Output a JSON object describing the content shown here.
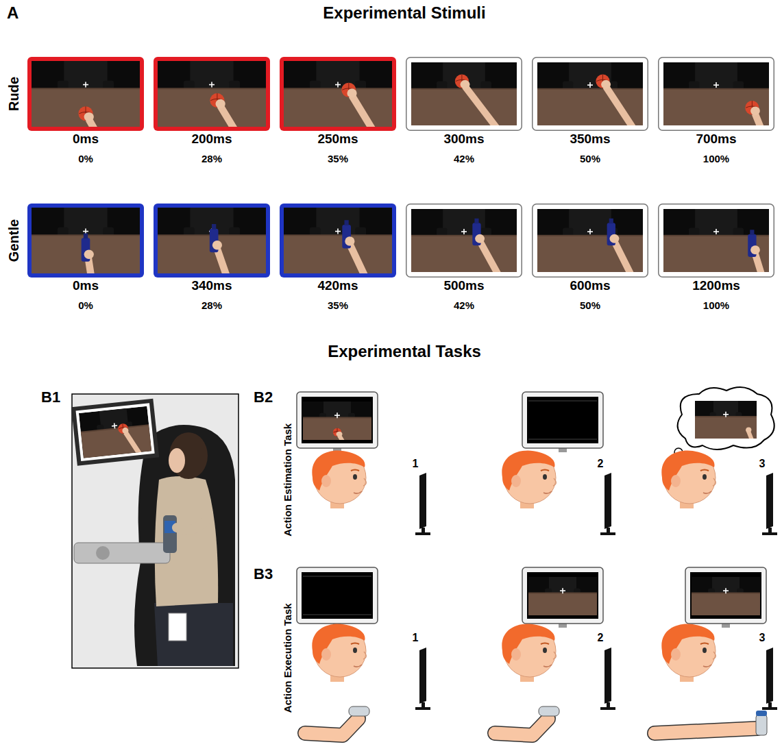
{
  "diagram": {
    "labels": [
      "A",
      "Experimental Stimuli",
      "Rude",
      "0ms",
      "200ms",
      "250ms",
      "300ms",
      "350ms",
      "700ms",
      "0%",
      "28%",
      "35%",
      "42%",
      "50%",
      "100%",
      "Gentle",
      "0ms",
      "340ms",
      "420ms",
      "500ms",
      "600ms",
      "1200ms",
      "0%",
      "28%",
      "35%",
      "42%",
      "50%",
      "100%",
      "Experimental Tasks",
      "B1",
      "B2",
      "Action Estimation Task",
      "1",
      "2",
      "3",
      "B3",
      "Action Execution Task",
      "1",
      "2",
      "3"
    ]
  }
}
